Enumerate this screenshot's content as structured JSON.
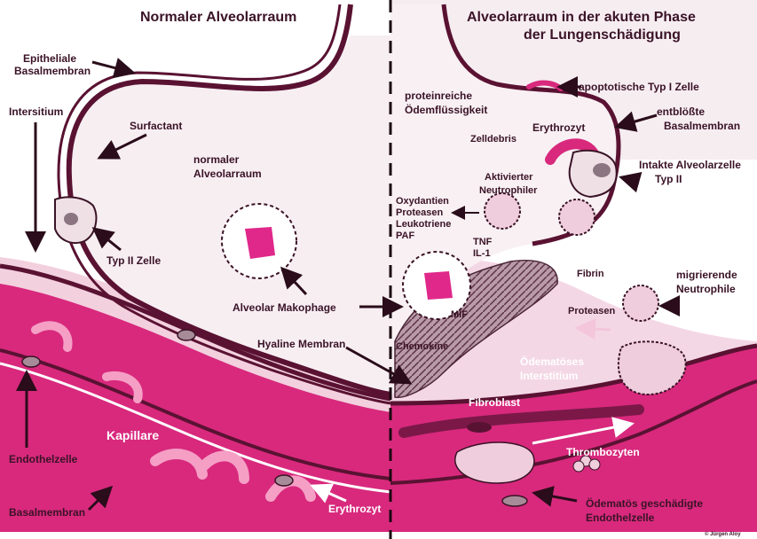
{
  "titles": {
    "left": "Normaler Alveolarraum",
    "right_line1": "Alveolarraum in der akuten Phase",
    "right_line2": "der Lungenschädigung"
  },
  "left_labels": {
    "epithelial_line1": "Epitheliale",
    "epithelial_line2": "Basalmembran",
    "interstitium": "Intersitium",
    "surfactant": "Surfactant",
    "normal_space_line1": "normaler",
    "normal_space_line2": "Alveolarraum",
    "type2": "Typ II Zelle",
    "macrophage": "Alveolar Makophage",
    "capillary": "Kapillare",
    "erythrocyte": "Erythrozyt",
    "endothelial": "Endothelzelle",
    "basement": "Basalmembran"
  },
  "right_labels": {
    "apoptotic": "apoptotische Typ I Zelle",
    "protein_line1": "proteinreiche",
    "protein_line2": "Ödemflüssigkeit",
    "erythrocyte": "Erythrozyt",
    "exposed_line1": "entblößte",
    "exposed_line2": "Basalmembran",
    "debris": "Zelldebris",
    "neutro_line1": "Aktivierter",
    "neutro_line2": "Neutrophiler",
    "intact_line1": "Intakte Alveolarzelle",
    "intact_line2": "Typ II",
    "mediators": [
      "Oxydantien",
      "Proteasen",
      "Leukotriene",
      "PAF"
    ],
    "tnf": "TNF",
    "il1": "IL-1",
    "fibrin": "Fibrin",
    "mif": "MIF",
    "chemokine": "Chemokine",
    "migrating_line1": "migrierende",
    "migrating_line2": "Neutrophile",
    "proteases": "Proteasen",
    "hyaline": "Hyaline Membran",
    "edema_line1": "Ödematöses",
    "edema_line2": "Interstitium",
    "fibroblast": "Fibroblast",
    "thrombocytes": "Thrombozyten",
    "damaged_line1": "Ödematös geschädigte",
    "damaged_line2": "Endothelzelle"
  },
  "credit": "© Jürgen Aloy",
  "colors": {
    "wall": "#5a1232",
    "capillary": "#d8297d",
    "capillary_light": "#f2a6c8",
    "alveolar_fill": "#f7eef2",
    "edema": "#f4d7e5",
    "text": "#3a1326"
  }
}
